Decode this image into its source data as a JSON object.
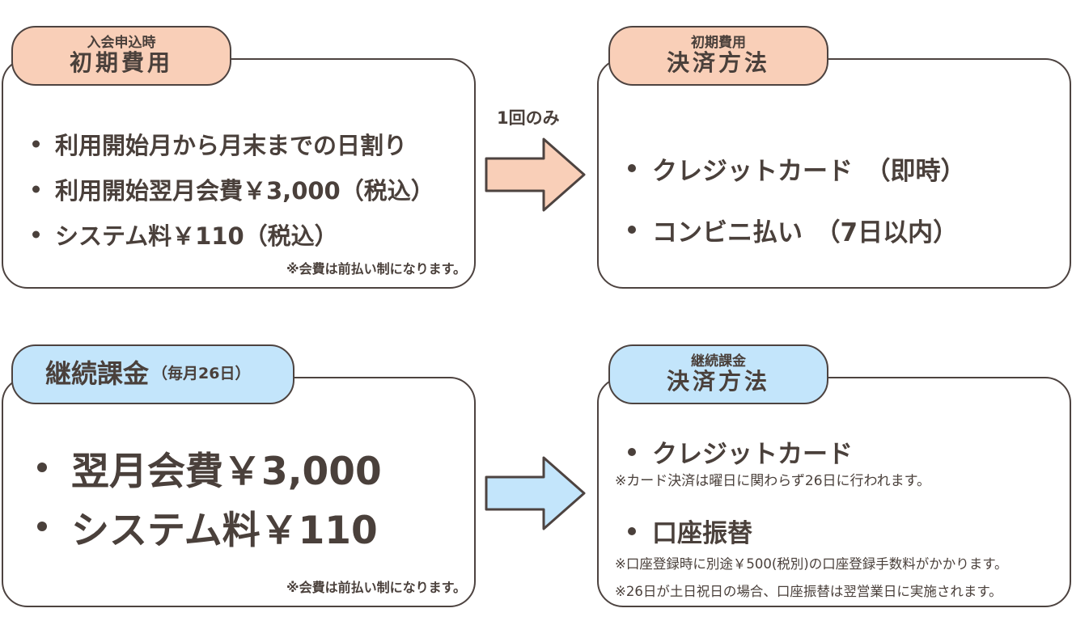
{
  "initial_fee": {
    "tag_small": "入会申込時",
    "tag_big": "初期費用",
    "items": [
      "利用開始月から月末までの日割り",
      "利用開始翌月会費￥3,000（税込）",
      "システム料￥110（税込）"
    ],
    "note": "※会費は前払い制になります。"
  },
  "arrow_label": "1回のみ",
  "initial_payment": {
    "tag_small": "初期費用",
    "tag_big": "決済方法",
    "items": [
      "クレジットカード　（即時）",
      "コンビニ払い　（7日以内）"
    ]
  },
  "recurring_fee": {
    "tag_main": "継続課金",
    "tag_sub": "（毎月26日）",
    "items": [
      "翌月会費￥3,000",
      "システム料￥110"
    ],
    "note": "※会費は前払い制になります。"
  },
  "recurring_payment": {
    "tag_small": "継続課金",
    "tag_big": "決済方法",
    "credit_label": "クレジットカード",
    "credit_note": "※カード決済は曜日に関わらず26日に行われます。",
    "bank_label": "口座振替",
    "bank_note1": "※口座登録時に別途￥500(税別)の口座登録手数料がかかります。",
    "bank_note2": "※26日が土日祝日の場合、口座振替は翌営業日に実施されます。"
  },
  "colors": {
    "peach": "#f9cfb8",
    "blue": "#c3e5fb",
    "outline": "#4d4340",
    "text": "#4a403b"
  },
  "icons": [
    "arrow-right-icon",
    "arrow-right-icon"
  ]
}
